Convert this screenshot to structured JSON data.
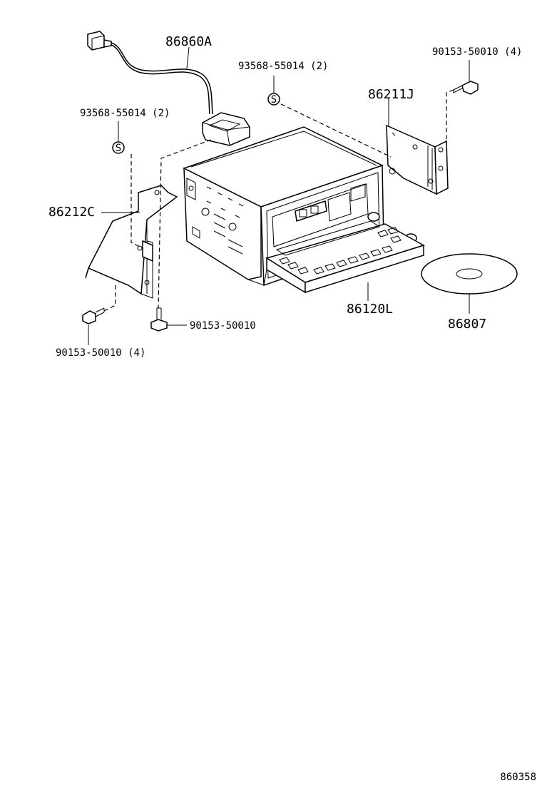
{
  "diagram": {
    "footer_code": "860358",
    "callouts": [
      {
        "id": "antenna",
        "text": "86860A"
      },
      {
        "id": "clip-top",
        "text": "93568-55014 (2)"
      },
      {
        "id": "screw-top-right",
        "text": "90153-50010 (4)"
      },
      {
        "id": "bracket-right",
        "text": "86211J"
      },
      {
        "id": "clip-left",
        "text": "93568-55014 (2)"
      },
      {
        "id": "bracket-left",
        "text": "86212C"
      },
      {
        "id": "unit",
        "text": "86120L"
      },
      {
        "id": "disc",
        "text": "86807"
      },
      {
        "id": "screw-center",
        "text": "90153-50010"
      },
      {
        "id": "screw-bottom-left",
        "text": "90153-50010 (4)"
      }
    ],
    "clip_symbol": "S"
  }
}
